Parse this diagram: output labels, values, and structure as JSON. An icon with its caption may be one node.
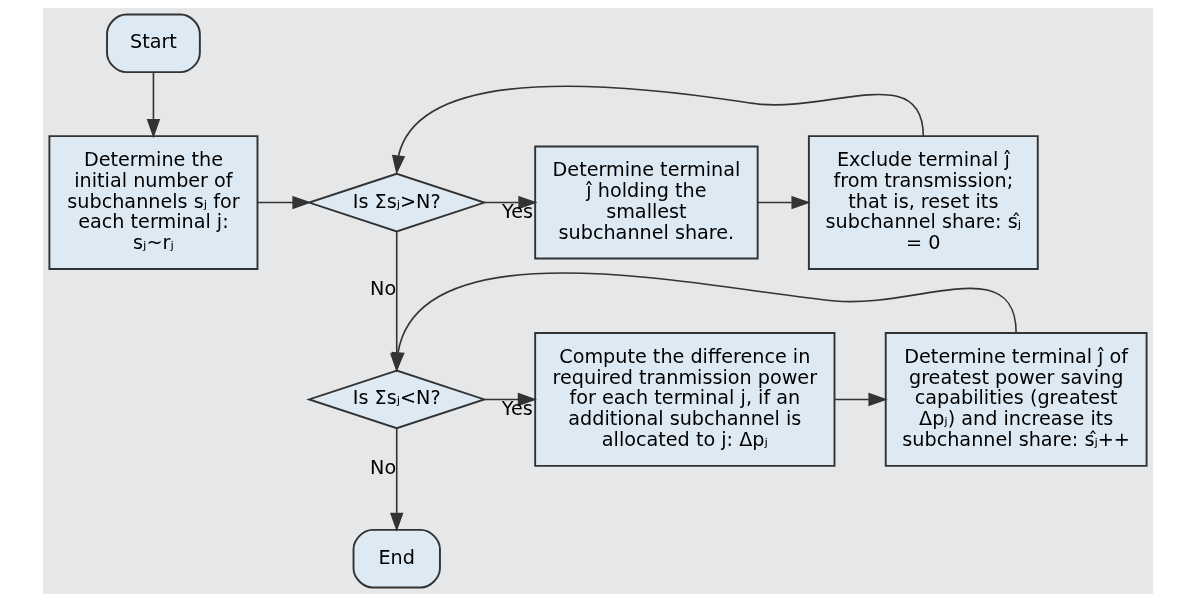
{
  "diagram": {
    "nodes": [
      {
        "text": [
          "Start"
        ]
      },
      {
        "text": [
          "Determine the initial number of subchannels sⱼ for each terminal j: sⱼ~rⱼ"
        ]
      },
      {
        "text": [
          "Is Σsⱼ>N?"
        ]
      },
      {
        "text": [
          "Determine terminal ĵ holding the smallest subchannel share."
        ]
      },
      {
        "text": [
          "Exclude terminal ĵ from transmission; that is, reset its subchannel share: sⱼ̂ = 0"
        ]
      },
      {
        "text": [
          "Is Σsⱼ<N?"
        ]
      },
      {
        "text": [
          "Compute the difference in required tranmission power for each terminal j, if an additional subchannel is allocated to j: Δpⱼ"
        ]
      },
      {
        "text": [
          "Determine terminal ĵ of greatest power saving capabilities (greatest Δpⱼ) and increase its subchannel share: sⱼ̂++"
        ]
      },
      {
        "text": [
          "End"
        ]
      }
    ],
    "edges": [
      {
        "from": 0,
        "to": 1,
        "arrow": "to"
      },
      {
        "from": 1,
        "to": 2,
        "arrow": "to"
      },
      {
        "from": 2,
        "to": 3,
        "arrow": "to",
        "label": "Yes"
      },
      {
        "from": 3,
        "to": 4,
        "arrow": "to"
      },
      {
        "from": 4,
        "to": 2,
        "arrow": "to"
      },
      {
        "from": 2,
        "to": 5,
        "arrow": "to",
        "label": "No"
      },
      {
        "from": 5,
        "to": 6,
        "arrow": "to",
        "label": "Yes"
      },
      {
        "from": 6,
        "to": 7,
        "arrow": "to"
      },
      {
        "from": 7,
        "to": 5,
        "arrow": "to"
      },
      {
        "from": 5,
        "to": 8,
        "arrow": "to",
        "label": "No"
      }
    ]
  }
}
